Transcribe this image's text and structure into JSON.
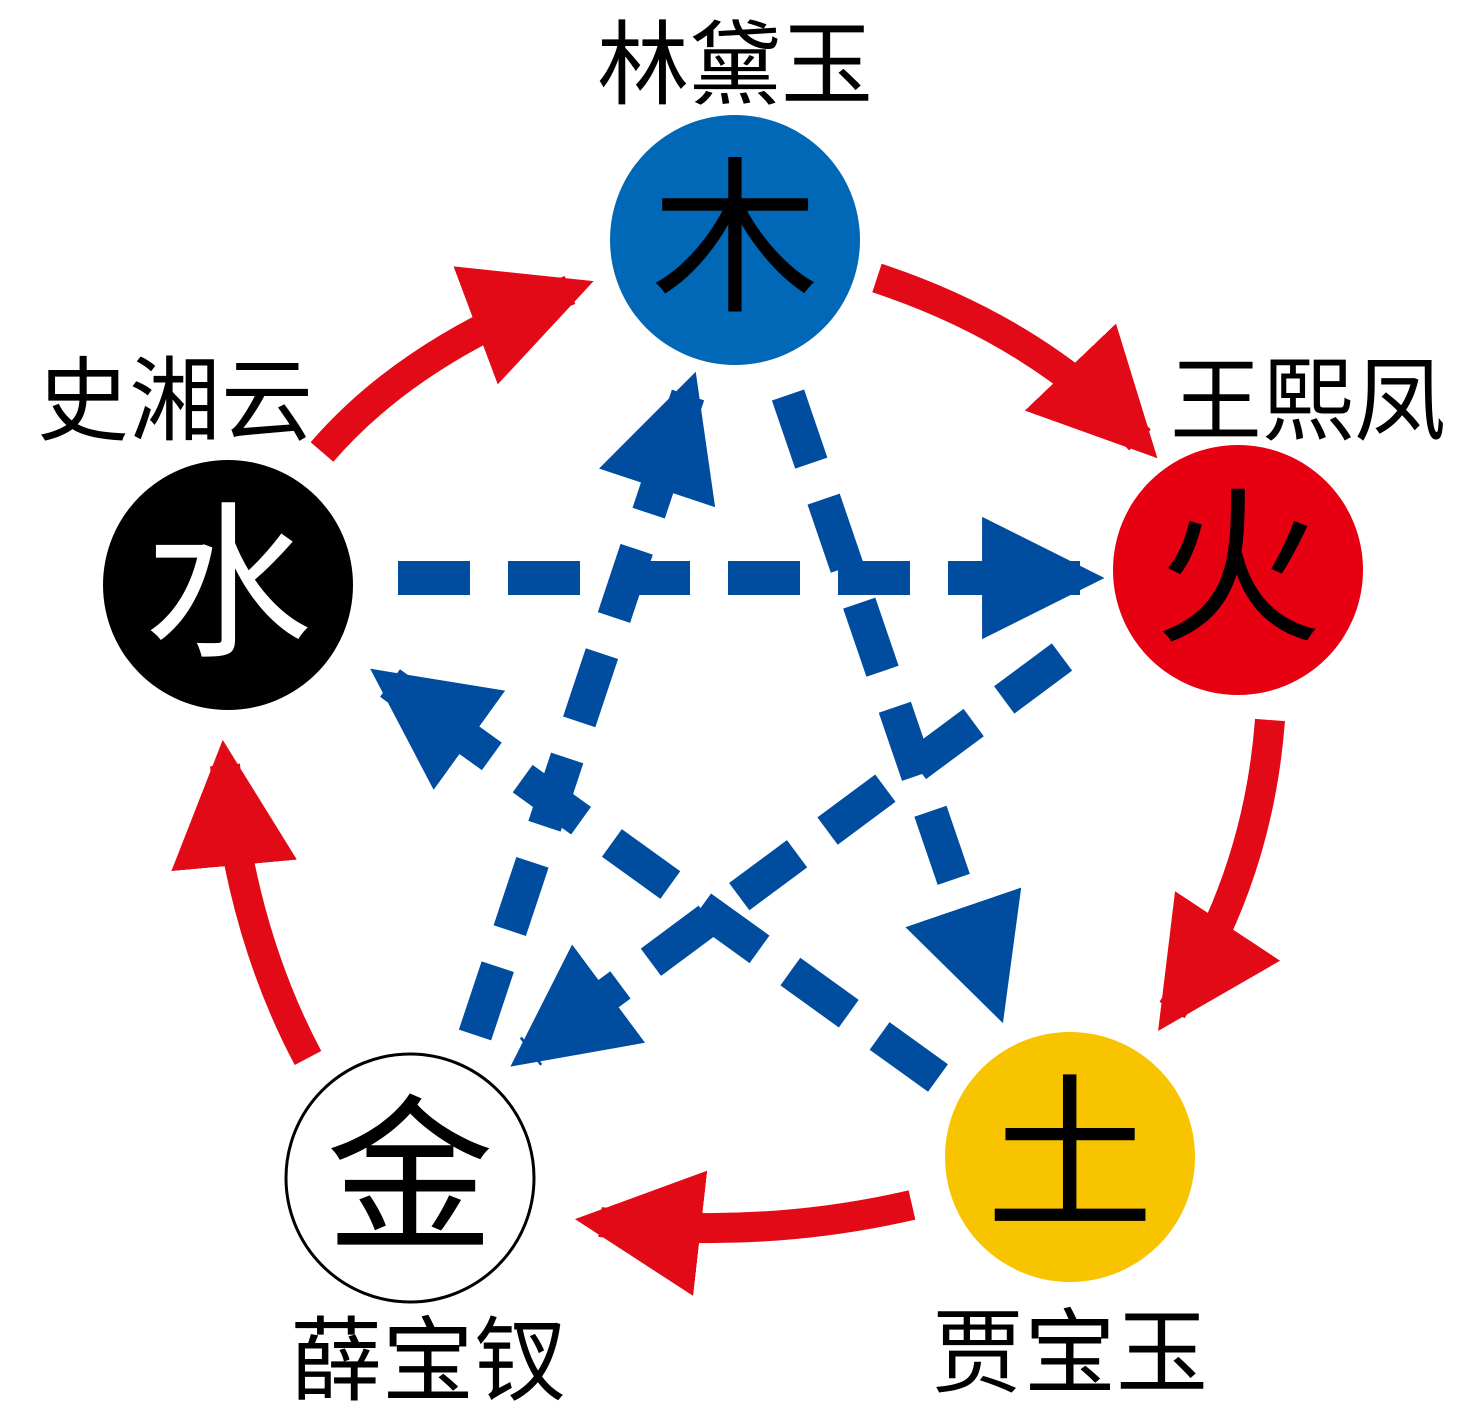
{
  "colors": {
    "generating_arrow": "#e20a16",
    "overcoming_arrow": "#004da0",
    "wood": "#0068b7",
    "fire": "#e60012",
    "earth": "#f8c400",
    "metal": "#ffffff",
    "water": "#000000"
  },
  "elements": [
    {
      "id": "wood",
      "glyph": "木",
      "person": "林黛玉",
      "fill": "#0068b7",
      "glyph_color": "#000000"
    },
    {
      "id": "fire",
      "glyph": "火",
      "person": "王熙凤",
      "fill": "#e60012",
      "glyph_color": "#000000"
    },
    {
      "id": "earth",
      "glyph": "土",
      "person": "贾宝玉",
      "fill": "#f8c400",
      "glyph_color": "#000000"
    },
    {
      "id": "metal",
      "glyph": "金",
      "person": "薛宝钗",
      "fill": "#ffffff",
      "glyph_color": "#000000"
    },
    {
      "id": "water",
      "glyph": "水",
      "person": "史湘云",
      "fill": "#000000",
      "glyph_color": "#ffffff"
    }
  ],
  "generating_cycle": [
    [
      "wood",
      "fire"
    ],
    [
      "fire",
      "earth"
    ],
    [
      "earth",
      "metal"
    ],
    [
      "metal",
      "water"
    ],
    [
      "water",
      "wood"
    ]
  ],
  "overcoming_cycle": [
    [
      "wood",
      "earth"
    ],
    [
      "earth",
      "water"
    ],
    [
      "water",
      "fire"
    ],
    [
      "fire",
      "metal"
    ],
    [
      "metal",
      "wood"
    ]
  ]
}
